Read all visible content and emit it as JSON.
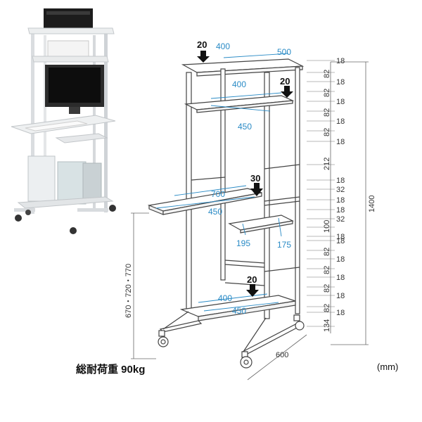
{
  "diagram": {
    "top": {
      "load": "20",
      "depth": "400",
      "width": "500"
    },
    "shelf2": {
      "depth": "400",
      "width": "450",
      "load": "20"
    },
    "desk": {
      "load": "30",
      "depth": "700",
      "width": "450",
      "slide_depth": "195",
      "slide_width": "175"
    },
    "bottom": {
      "load": "20",
      "depth": "400",
      "width": "450"
    },
    "base_depth": "600",
    "total_height": "1400",
    "desk_height": "670・720・770",
    "right_dims": [
      "18",
      "82",
      "18",
      "82",
      "18",
      "82",
      "18",
      "82",
      "18",
      "212",
      "18",
      "32",
      "18",
      "18",
      "32",
      "100",
      "18",
      "18",
      "82",
      "18",
      "82",
      "18",
      "82",
      "18",
      "82",
      "18",
      "134"
    ]
  },
  "footer": {
    "capacity": "総耐荷重 90kg",
    "unit": "(mm)"
  },
  "colors": {
    "dimension": "#2a8bc6",
    "frame": "#444444",
    "arrow": "#111111"
  }
}
